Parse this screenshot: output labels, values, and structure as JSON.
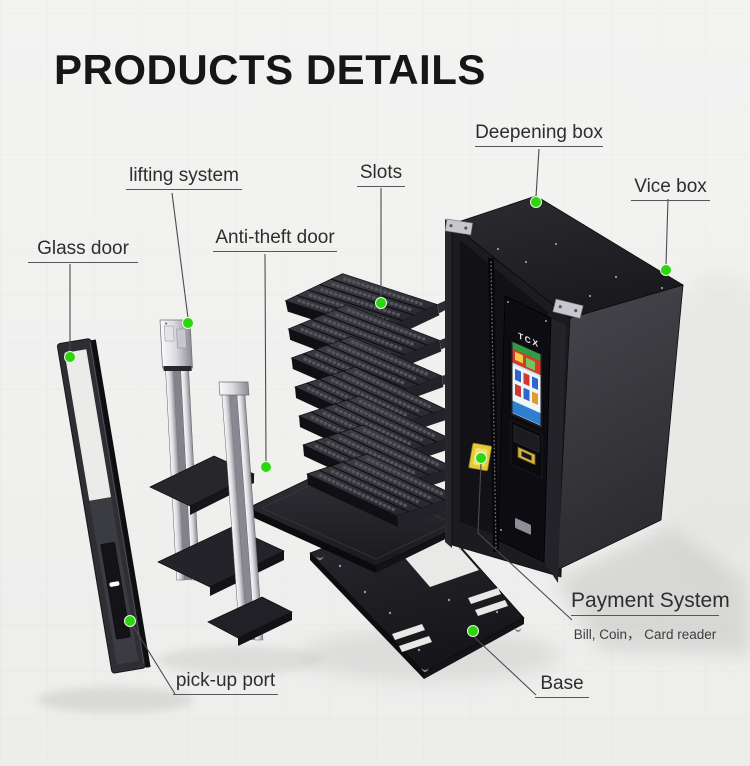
{
  "title": "PRODUCTS DETAILS",
  "accent_color": "#2BD60E",
  "machine": {
    "brand": "TCX"
  },
  "callouts": {
    "glass_door": {
      "label": "Glass door"
    },
    "lifting_system": {
      "label": "lifting system"
    },
    "anti_theft_door": {
      "label": "Anti-theft door"
    },
    "slots": {
      "label": "Slots"
    },
    "deepening_box": {
      "label": "Deepening box"
    },
    "vice_box": {
      "label": "Vice box"
    },
    "payment_system": {
      "label": "Payment System",
      "sublabel": "Bill, Coin， Card reader"
    },
    "pick_up_port": {
      "label": "pick-up port"
    },
    "base": {
      "label": "Base"
    }
  }
}
